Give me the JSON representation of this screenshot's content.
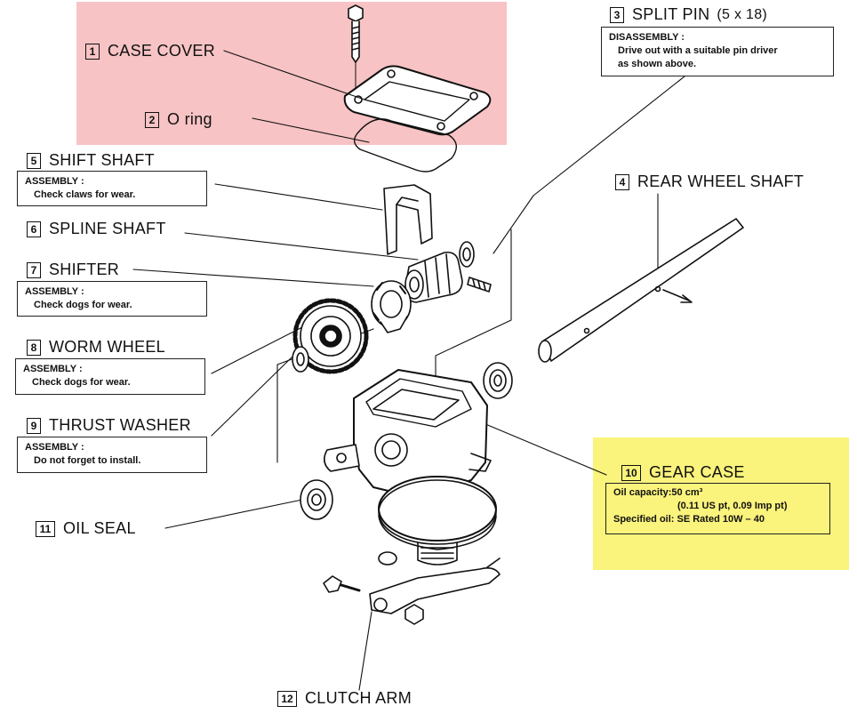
{
  "parts": {
    "p1": {
      "num": "1",
      "title": "CASE COVER"
    },
    "p2": {
      "num": "2",
      "title": "O ring"
    },
    "p3": {
      "num": "3",
      "title": "SPLIT PIN",
      "size": "(5 x 18)",
      "note_head": "DISASSEMBLY :",
      "note_l1": "Drive out with a suitable pin driver",
      "note_l2": "as shown above."
    },
    "p4": {
      "num": "4",
      "title": "REAR WHEEL SHAFT"
    },
    "p5": {
      "num": "5",
      "title": "SHIFT SHAFT",
      "note_head": "ASSEMBLY :",
      "note_l1": "Check claws for wear."
    },
    "p6": {
      "num": "6",
      "title": "SPLINE SHAFT"
    },
    "p7": {
      "num": "7",
      "title": "SHIFTER",
      "note_head": "ASSEMBLY :",
      "note_l1": "Check dogs for wear."
    },
    "p8": {
      "num": "8",
      "title": "WORM WHEEL",
      "note_head": "ASSEMBLY :",
      "note_l1": "Check dogs for wear."
    },
    "p9": {
      "num": "9",
      "title": "THRUST WASHER",
      "note_head": "ASSEMBLY :",
      "note_l1": "Do not forget to install."
    },
    "p10": {
      "num": "10",
      "title": "GEAR CASE",
      "note_l1": "Oil capacity:50 cm³",
      "note_l2": "(0.11 US pt,  0.09 Imp pt)",
      "note_l3": "Specified oil: SE Rated 10W – 40"
    },
    "p11": {
      "num": "11",
      "title": "OIL SEAL"
    },
    "p12": {
      "num": "12",
      "title": "CLUTCH ARM"
    }
  },
  "colors": {
    "highlight_pink": "#f7c3c4",
    "highlight_yellow": "#faf37c",
    "ink": "#111111"
  }
}
